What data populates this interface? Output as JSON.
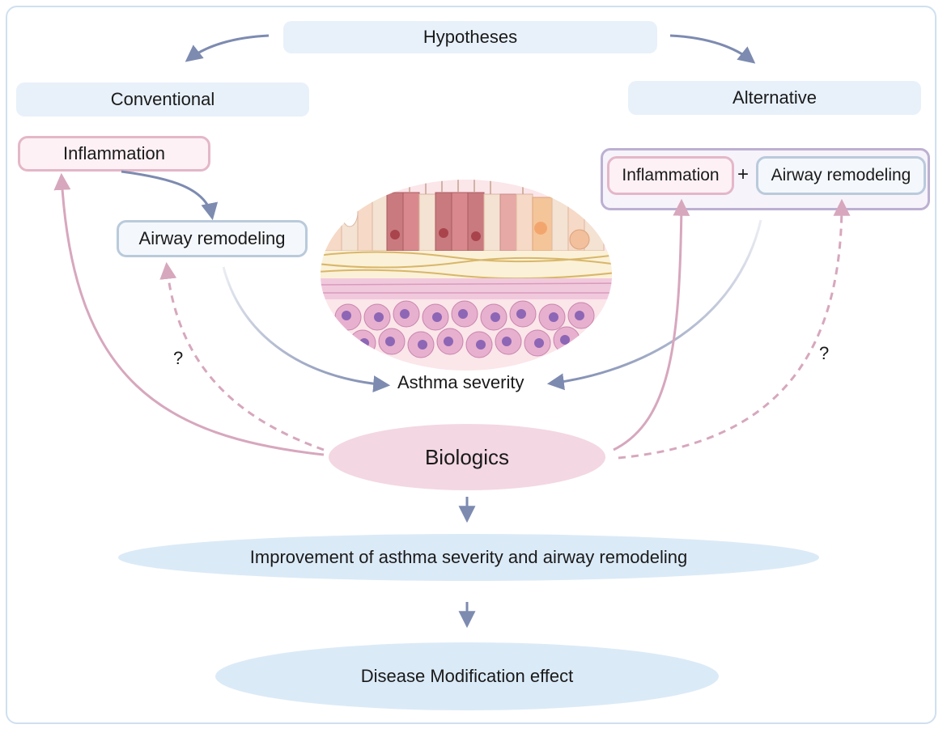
{
  "title": "Hypotheses",
  "conventional": {
    "header": "Conventional",
    "inflammation": "Inflammation",
    "airway_remodeling": "Airway remodeling",
    "question_mark": "?"
  },
  "alternative": {
    "header": "Alternative",
    "inflammation": "Inflammation",
    "plus": "+",
    "airway_remodeling": "Airway remodeling",
    "question_mark": "?"
  },
  "center": {
    "asthma_severity": "Asthma severity",
    "tissue_illustration": "airway-tissue-illustration"
  },
  "biologics": "Biologics",
  "improvement": "Improvement of asthma severity and airway remodeling",
  "disease_modification": "Disease Modification effect",
  "colors": {
    "pill_bg": "#e8f1fa",
    "pink_arrow": "#d7a7bd",
    "blue_arrow": "#7d8bb0",
    "biologics_fill": "#f3d7e2",
    "ellipse_fill": "#dbeaf7"
  }
}
